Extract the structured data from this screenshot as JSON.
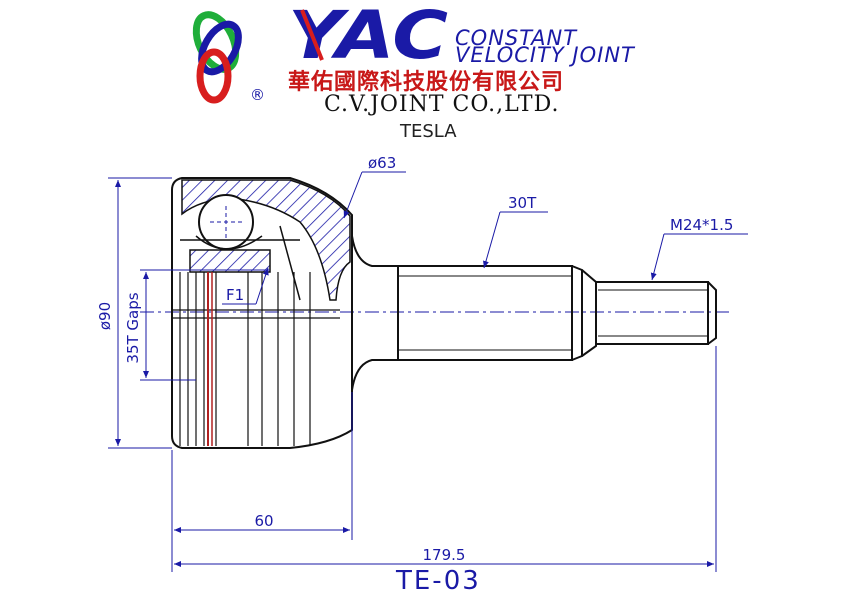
{
  "brand": {
    "logo_text": "YAC",
    "tagline_line1": "CONSTANT",
    "tagline_line2": "VELOCITY JOINT",
    "registered_mark": "®",
    "company_name_cn": "華佑國際科技股份有限公司",
    "company_name_en": "C.V.JOINT CO.,LTD."
  },
  "vehicle_make": "TESLA",
  "drawing": {
    "dimensions": {
      "outer_diameter": "ø90",
      "spline_gaps": "35T Gaps",
      "seal_diameter": "ø63",
      "shaft_spline": "30T",
      "thread": "M24*1.5",
      "feature": "F1",
      "bell_length": "60",
      "total_length": "179.5"
    }
  },
  "part_number": "TE-03",
  "colors": {
    "outline": "#111111",
    "dimension": "#1a1aa6",
    "hatch": "#1a1aa6",
    "logo_red": "#d81e1e",
    "logo_green": "#1fae3a",
    "logo_blue": "#1a1aa6",
    "bearing_race": "#b02020"
  }
}
